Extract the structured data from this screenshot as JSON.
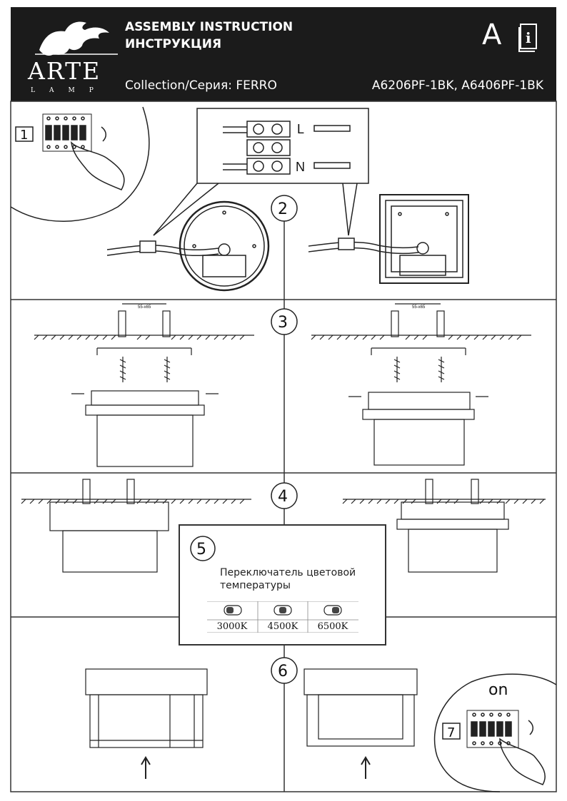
{
  "header": {
    "title_en": "ASSEMBLY INSTRUCTION",
    "title_ru": "ИНСТРУКЦИЯ",
    "collection": "Collection/Серия: FERRO",
    "models": "A6206PF-1BK, A6406PF-1BK",
    "lang_letter": "A",
    "info_letter": "i",
    "brand": "ARTE",
    "brand_sub": "LAMP"
  },
  "steps": {
    "s1": "1",
    "s2": "2",
    "s3": "3",
    "s4": "4",
    "s5": "5",
    "s6": "6",
    "s7": "7"
  },
  "wiring": {
    "live": "L",
    "neutral": "N"
  },
  "dimension": "55-x65",
  "switch_panel": {
    "label": "Переключатель цветовой температуры",
    "options": [
      "3000K",
      "4500K",
      "6500K"
    ]
  },
  "on_label": "on",
  "colors": {
    "header_bg": "#1b1b1b",
    "line": "#333333"
  }
}
